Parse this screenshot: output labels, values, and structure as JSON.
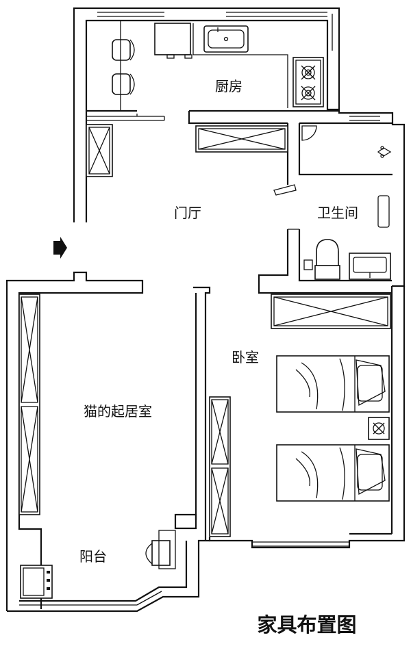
{
  "diagram": {
    "caption": "家具布置图",
    "rooms": [
      {
        "id": "kitchen",
        "label": "厨房"
      },
      {
        "id": "foyer",
        "label": "门厅"
      },
      {
        "id": "bathroom",
        "label": "卫生间"
      },
      {
        "id": "bedroom",
        "label": "卧室"
      },
      {
        "id": "cat-living-room",
        "label": "猫的起居室"
      },
      {
        "id": "balcony",
        "label": "阳台"
      }
    ]
  }
}
